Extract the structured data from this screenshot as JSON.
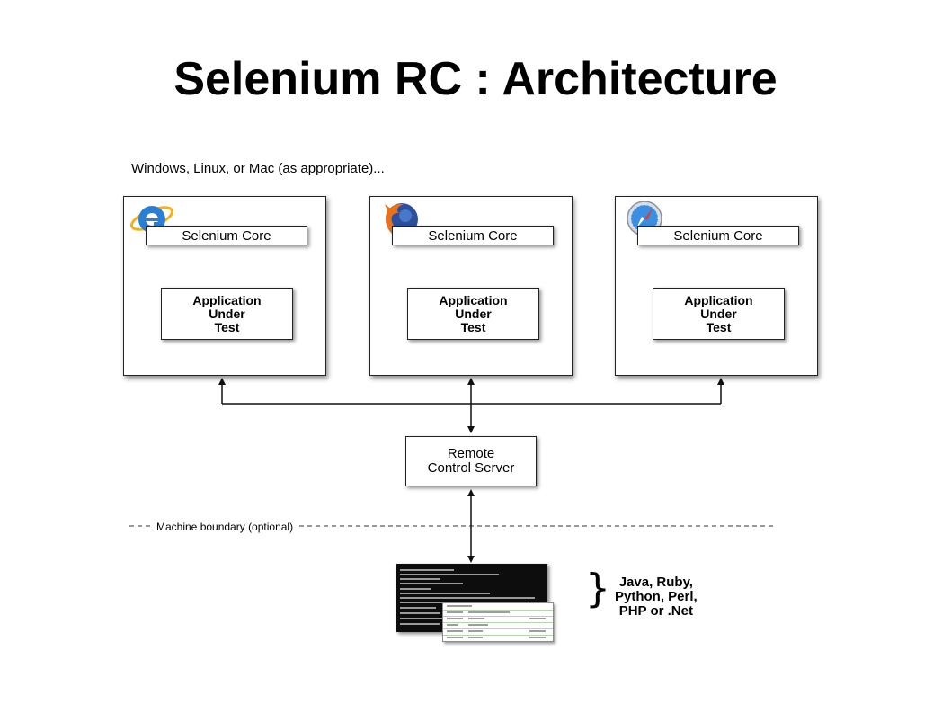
{
  "title": "Selenium RC : Architecture",
  "environment_label": "Windows, Linux, or Mac (as appropriate)...",
  "machines": [
    {
      "browser_icon": "internet-explorer-icon",
      "core_label": "Selenium Core",
      "aut_lines": [
        "Application",
        "Under",
        "Test"
      ]
    },
    {
      "browser_icon": "firefox-icon",
      "core_label": "Selenium Core",
      "aut_lines": [
        "Application",
        "Under",
        "Test"
      ]
    },
    {
      "browser_icon": "safari-icon",
      "core_label": "Selenium Core",
      "aut_lines": [
        "Application",
        "Under",
        "Test"
      ]
    }
  ],
  "server": {
    "lines": [
      "Remote",
      "Control Server"
    ]
  },
  "boundary_label": "Machine boundary (optional)",
  "client": {
    "brace": "}",
    "languages": [
      "Java, Ruby,",
      "Python, Perl,",
      "PHP or .Net"
    ],
    "terminal_icon": "terminal-screenshot-icon",
    "table_icon": "test-table-screenshot-icon"
  },
  "colors": {
    "ie_blue": "#2a7fd4",
    "ie_ring": "#f0b020",
    "firefox_orange": "#e8711c",
    "firefox_globe": "#2c4f9e",
    "safari_blue": "#3b8ee0",
    "terminal_bg": "#0d0d0d",
    "table_grid": "#b5d6a8"
  }
}
